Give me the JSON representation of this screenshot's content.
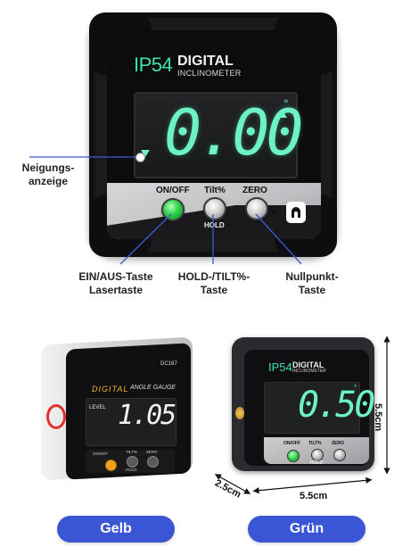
{
  "main_device": {
    "brand_ip": "IP54",
    "brand_digital": "DIGITAL",
    "brand_subtitle": "INCLINOMETER",
    "reading": "0.00",
    "degree_symbol": "°",
    "buttons": {
      "onoff_label": "ON/OFF",
      "tilt_label": "Tilt%",
      "hold_label": "HOLD",
      "zero_label": "ZERO"
    },
    "accent_color": "#6df2c6",
    "button_green": "#2fd14c"
  },
  "callouts": {
    "tilt_indicator": "Neigungs-\nanzeige",
    "onoff_key": "EIN/AUS-Taste\nLasertaste",
    "hold_key": "HOLD-/TILT%-\nTaste",
    "zero_key": "Nullpunkt-\nTaste",
    "line_color": "#3f5ad6"
  },
  "variant_yellow": {
    "model": "DC187",
    "title_a": "DIGITAL",
    "title_b": "ANGLE GAUGE",
    "level_label": "LEVEL",
    "reading": "1.05",
    "degree_symbol": "°",
    "onoff_label": "ON/OFF",
    "tilt_label": "TILT%",
    "hold_label": "HOLD",
    "zero_label": "ZERO",
    "accent_color": "#f2a21a"
  },
  "variant_green": {
    "brand_ip": "IP54",
    "brand_digital": "DIGITAL",
    "brand_subtitle": "INCLINOMETER",
    "reading": "0.50",
    "degree_symbol": "°",
    "onoff_label": "ON/OFF",
    "tilt_label": "TILT%",
    "hold_label": "HOLD",
    "zero_label": "ZERO"
  },
  "dimensions": {
    "height": "5.5cm",
    "width": "5.5cm",
    "depth": "2.5cm"
  },
  "labels": {
    "yellow": "Gelb",
    "green": "Grün",
    "badge_color": "#3a56d4"
  }
}
